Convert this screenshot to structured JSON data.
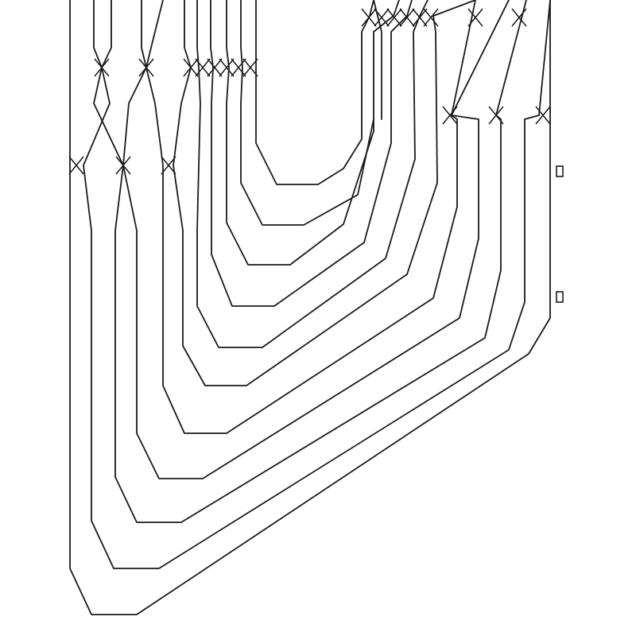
{
  "diagram": {
    "kind": "nested U-shaped tracks with crossings",
    "stroke_color": "#1a1a1a",
    "background": "#ffffff",
    "track_count": 12,
    "crossing_count": 20,
    "terminal_count": 2
  }
}
